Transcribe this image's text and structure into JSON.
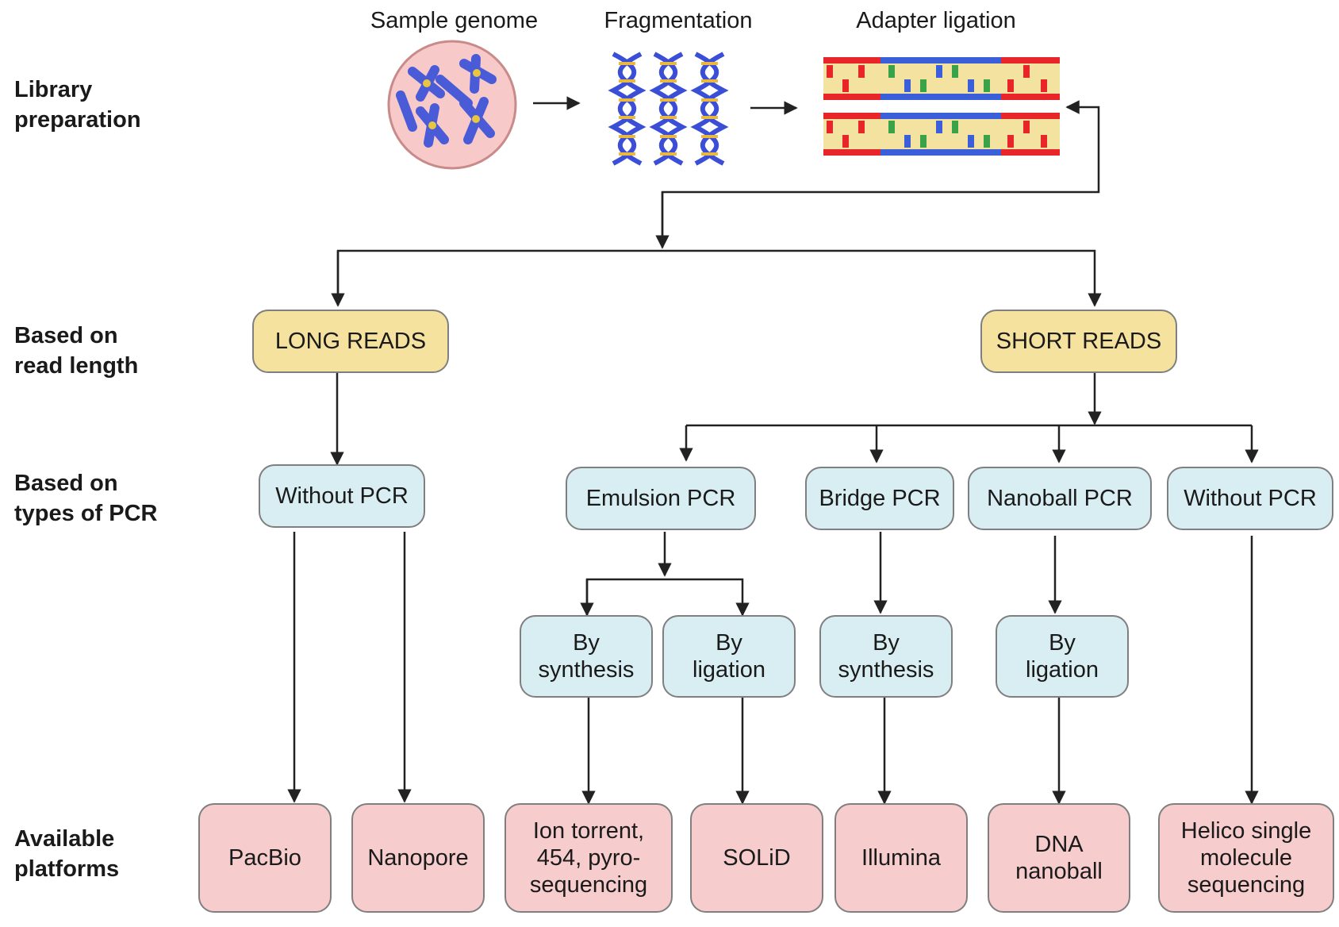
{
  "row_labels": {
    "library_preparation": "Library\npreparation",
    "read_length": "Based on\nread length",
    "pcr_types": "Based on\ntypes of PCR",
    "platforms": "Available\nplatforms"
  },
  "library_steps": {
    "sample_genome": "Sample genome",
    "fragmentation": "Fragmentation",
    "adapter_ligation": "Adapter ligation"
  },
  "read_length": {
    "long": "LONG READS",
    "short": "SHORT READS"
  },
  "pcr": {
    "long_without": "Without PCR",
    "emulsion": "Emulsion PCR",
    "bridge": "Bridge PCR",
    "nanoball": "Nanoball PCR",
    "short_without": "Without PCR"
  },
  "methods": {
    "emulsion_synthesis": "By\nsynthesis",
    "emulsion_ligation": "By\nligation",
    "bridge_synthesis": "By\nsynthesis",
    "nanoball_ligation": "By\nligation"
  },
  "platforms": {
    "pacbio": "PacBio",
    "nanopore": "Nanopore",
    "ion_torrent": "Ion torrent,\n454, pyro-\nsequencing",
    "solid": "SOLiD",
    "illumina": "Illumina",
    "dna_nanoball": "DNA\nnanoball",
    "helico": "Helico single\nmolecule\nsequencing"
  },
  "colors": {
    "reads_fill": "#f6e29f",
    "pcr_fill": "#d8eef3",
    "platform_fill": "#f6cccd",
    "cell_fill": "#f7c9c9",
    "chromosome": "#4a5bd8",
    "dna_strand": "#3a4fd6",
    "adapter_red": "#e8262a",
    "adapter_blue": "#3a5fd8"
  }
}
